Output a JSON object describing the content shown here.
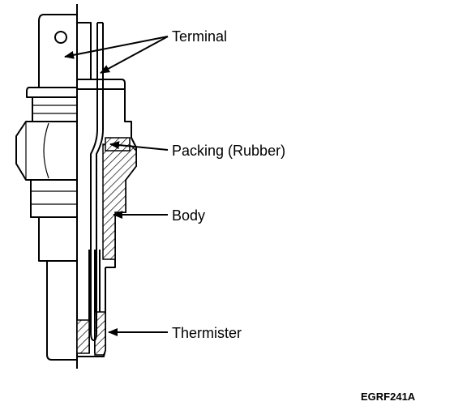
{
  "labels": {
    "terminal": "Terminal",
    "packing": "Packing (Rubber)",
    "body": "Body",
    "thermister": "Thermister"
  },
  "figure_code": "EGRF241A"
}
